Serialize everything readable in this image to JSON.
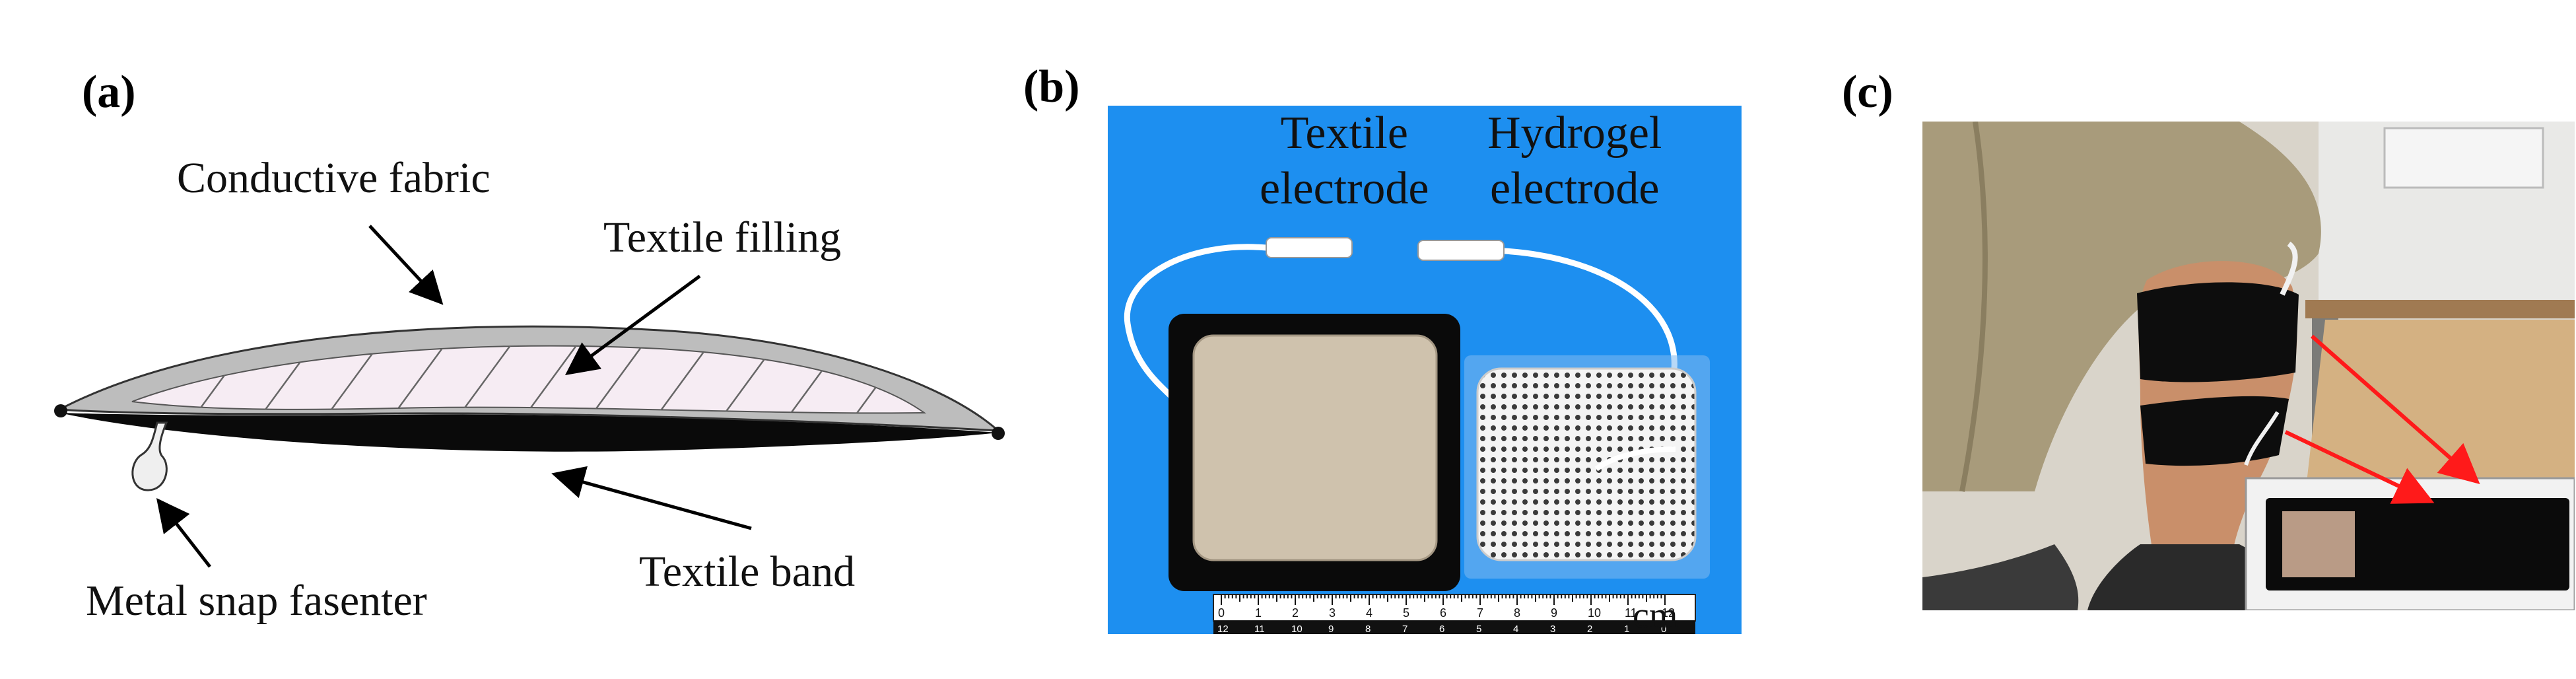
{
  "panel_a": {
    "label": "(a)",
    "conductive_fabric": "Conductive fabric",
    "textile_filling": "Textile filling",
    "textile_band": "Textile band",
    "metal_snap": "Metal snap fasenter"
  },
  "panel_b": {
    "label": "(b)",
    "textile_electrode_line1": "Textile",
    "textile_electrode_line2": "electrode",
    "hydrogel_electrode_line1": "Hydrogel",
    "hydrogel_electrode_line2": "electrode",
    "unit": "cm",
    "ruler_top_ticks": [
      "0",
      "1",
      "2",
      "3",
      "4",
      "5",
      "6",
      "7",
      "8",
      "9",
      "10",
      "11",
      "12"
    ],
    "ruler_bottom_ticks": [
      "12",
      "11",
      "10",
      "9",
      "8",
      "7",
      "6",
      "5",
      "4",
      "3",
      "2",
      "1",
      "0"
    ]
  },
  "panel_c": {
    "label": "(c)"
  },
  "colors": {
    "photo_blue": "#1d8ff0",
    "arrow_red": "#ff1a1a",
    "band_black": "#0a0a0a",
    "fabric_beige": "#cfc2ad"
  }
}
